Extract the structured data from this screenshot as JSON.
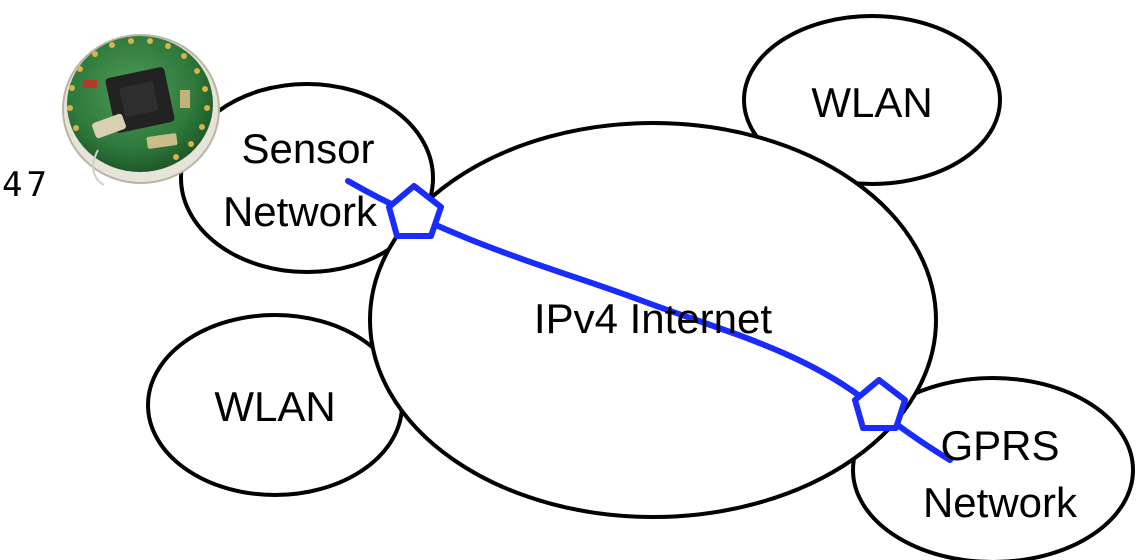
{
  "slide_number": "47",
  "networks": {
    "internet": "IPv4 Internet",
    "sensor": [
      "Sensor",
      "Network"
    ],
    "wlan_top": "WLAN",
    "wlan_left": "WLAN",
    "gprs": [
      "GPRS",
      "Network"
    ]
  },
  "colors": {
    "path": "#1a2bff",
    "outline": "#000000",
    "board": "#2f7a3c"
  },
  "icons": {
    "gateway": "pentagon-gateway-icon",
    "sensor_node": "sensor-board-image"
  }
}
